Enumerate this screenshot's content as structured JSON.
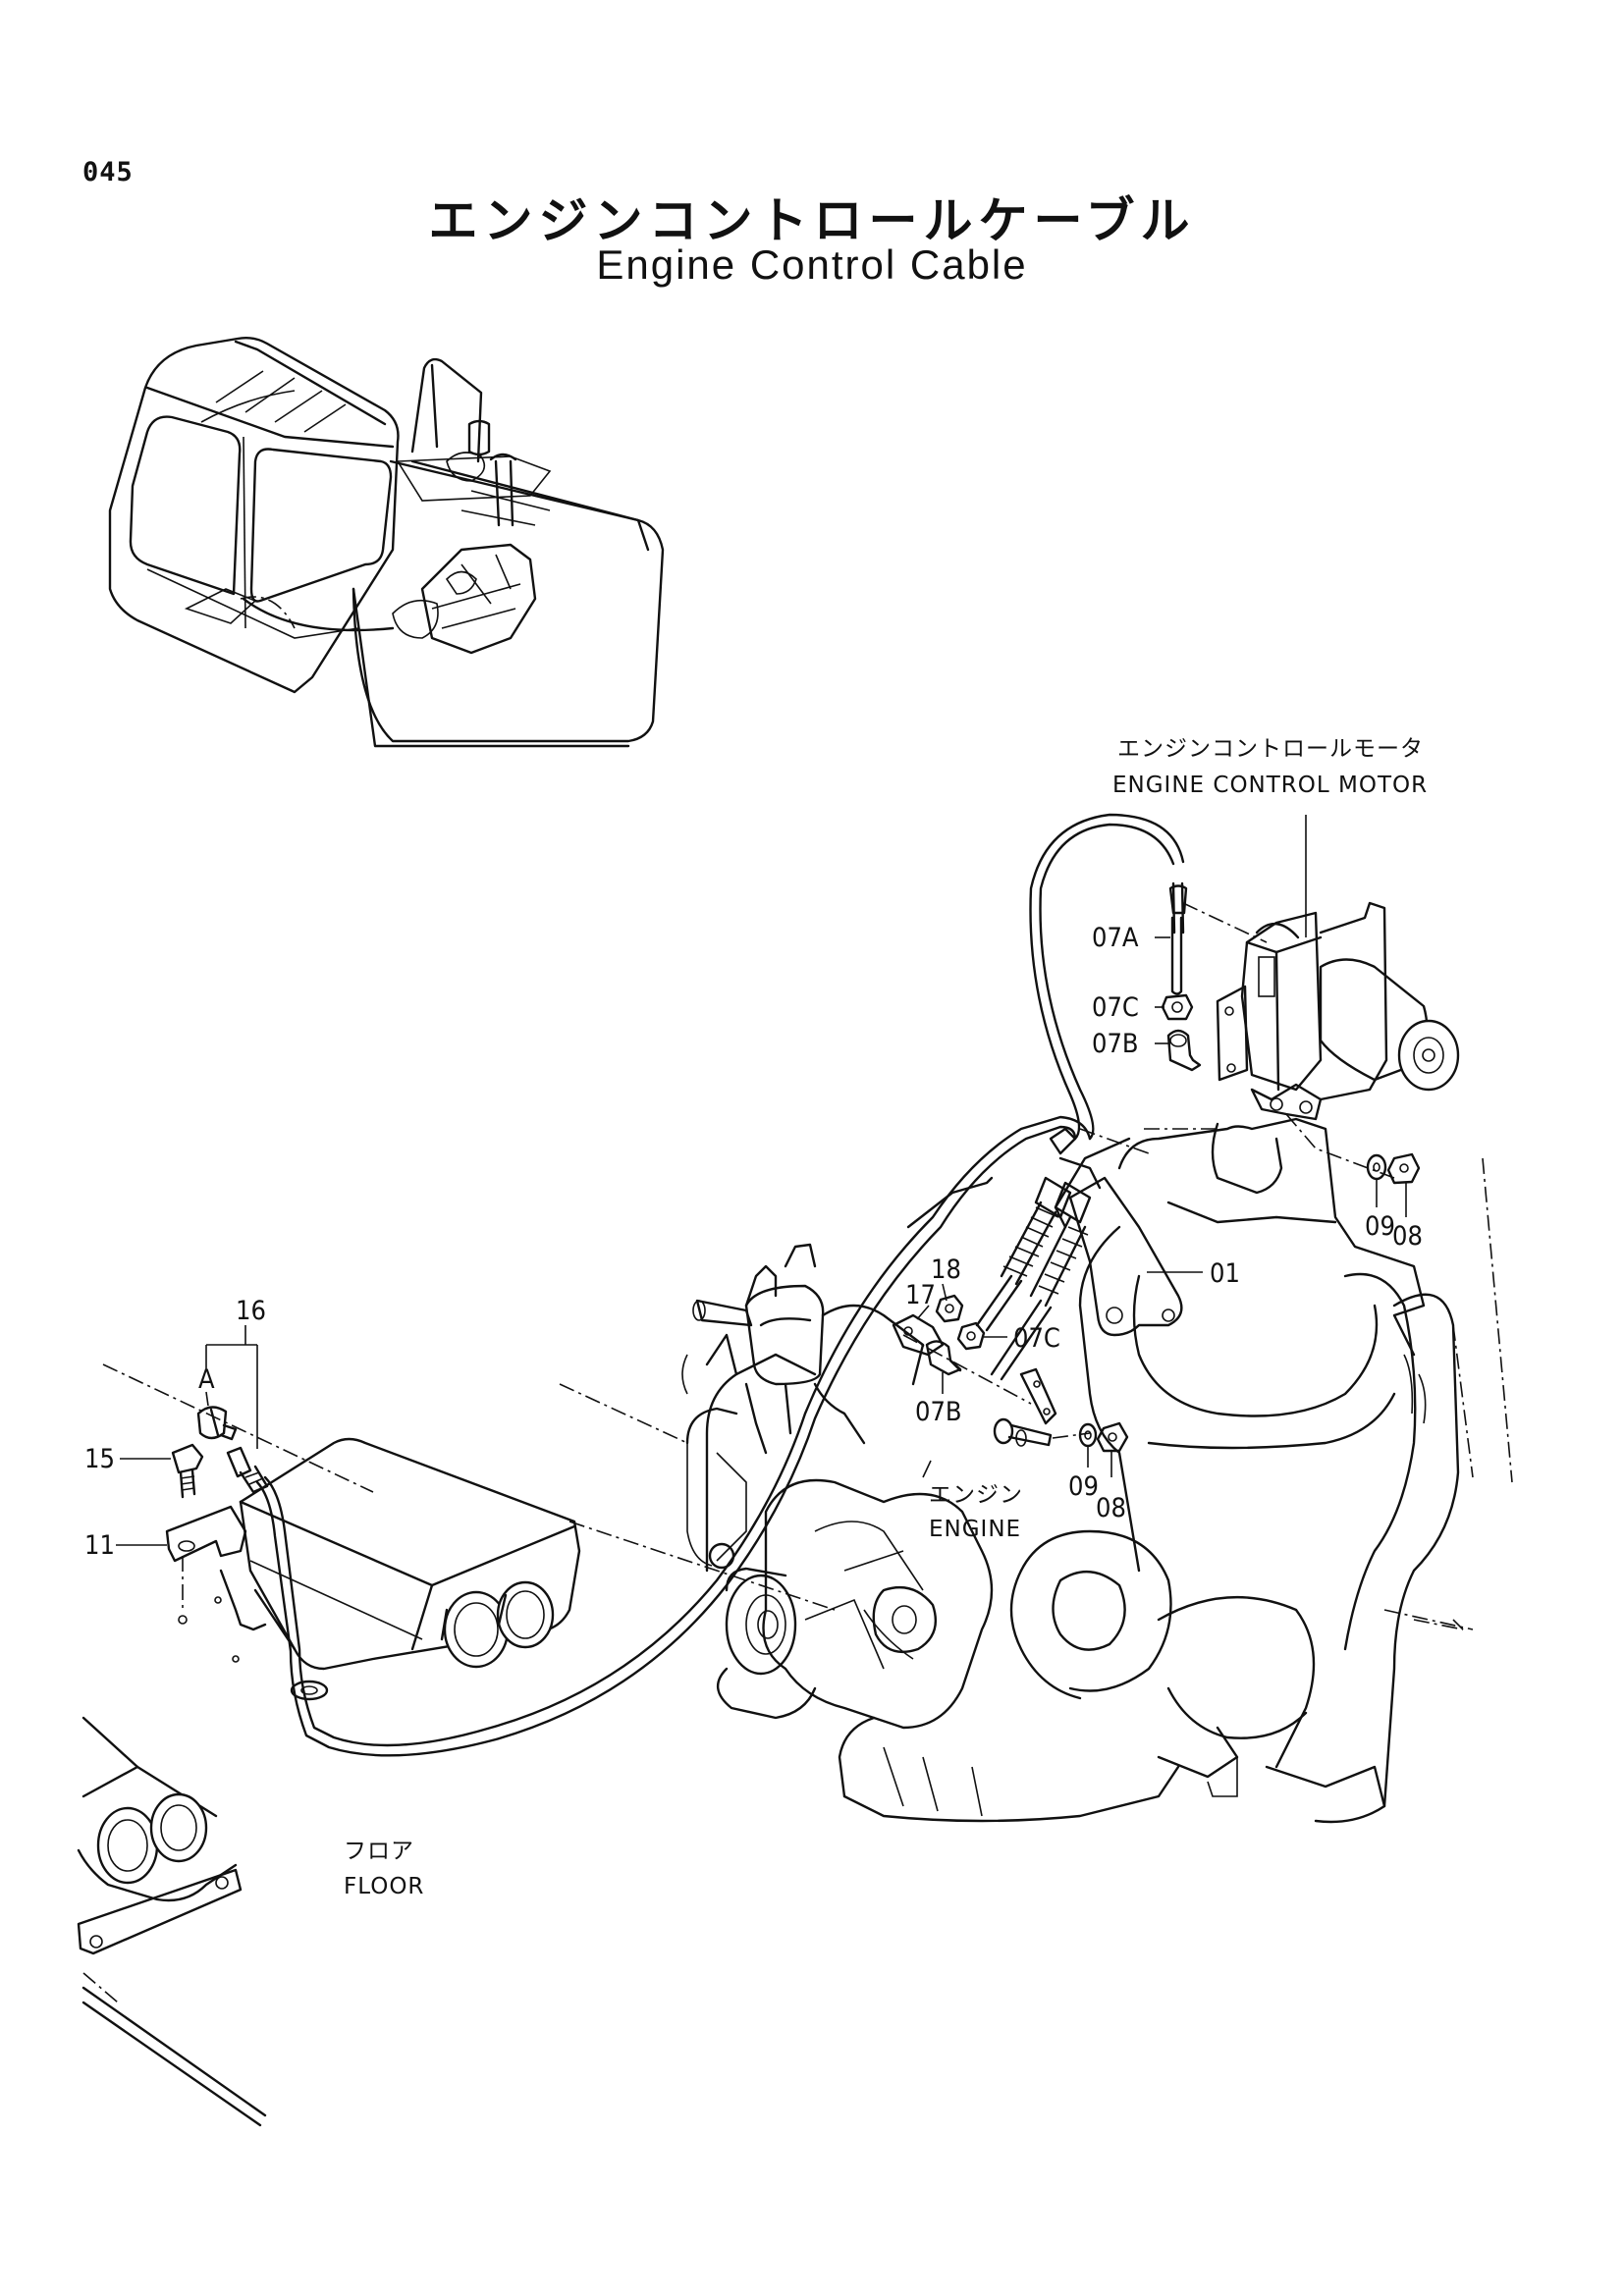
{
  "page_number": "045",
  "title_jp": "エンジンコントロールケーブル",
  "title_en": "Engine Control Cable",
  "notes": {
    "motor_jp": "エンジンコントロールモータ",
    "motor_en": "ENGINE CONTROL MOTOR",
    "engine_jp": "エンジン",
    "engine_en": "ENGINE",
    "floor_jp": "フロア",
    "floor_en": "FLOOR"
  },
  "callouts": {
    "c07A": "07A",
    "c07C_top": "07C",
    "c07B_top": "07B",
    "c09_top": "09",
    "c08_top": "08",
    "c01": "01",
    "c18": "18",
    "c17": "17",
    "c07C_mid": "07C",
    "c07B_mid": "07B",
    "c09_mid": "09",
    "c08_mid": "08",
    "c16": "16",
    "cA": "A",
    "c15": "15",
    "c11": "11"
  }
}
